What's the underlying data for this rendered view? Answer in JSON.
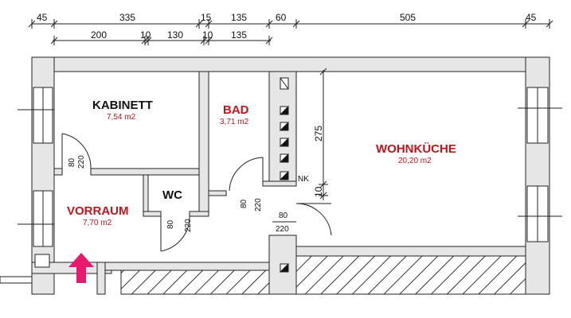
{
  "dimensions_top": [
    "45",
    "335",
    "15",
    "135",
    "60",
    "505",
    "45"
  ],
  "dimensions_second": [
    "200",
    "10",
    "130",
    "10",
    "135"
  ],
  "dimension_vertical": [
    "275",
    "10"
  ],
  "rooms": {
    "kabinett": {
      "name": "KABINETT",
      "area": "7,54 m2"
    },
    "bad": {
      "name": "BAD",
      "area": "3,71 m2"
    },
    "wohnkueche": {
      "name": "WOHNKÜCHE",
      "area": "20,20 m2"
    },
    "wc": {
      "name": "WC"
    },
    "vorraum": {
      "name": "VORRAUM",
      "area": "7,70 m2"
    }
  },
  "doors": {
    "kabinett_w": "80",
    "kabinett_h": "220",
    "wc_w": "80",
    "wc_h": "220",
    "bad_w": "80",
    "bad_h": "220",
    "kueche_w": "80",
    "kueche_h": "220"
  },
  "nk_label": "NK",
  "colors": {
    "room_label": "#c0141c",
    "wall_fill": "#e6e6e6",
    "wall_stroke": "#222222",
    "entrance_arrow": "#e8196e",
    "text": "#111111"
  }
}
